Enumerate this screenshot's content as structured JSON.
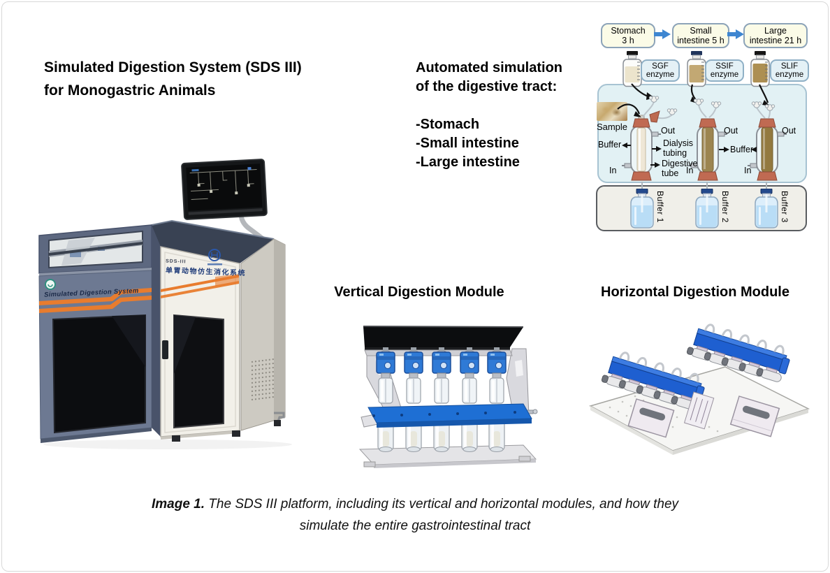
{
  "header": {
    "title": [
      "Simulated Digestion System (SDS III)",
      "for Monogastric Animals"
    ]
  },
  "intro": {
    "heading": [
      "Automated simulation",
      "of the digestive tract:"
    ],
    "items": [
      "-Stomach",
      "-Small intestine",
      "-Large intestine"
    ]
  },
  "machine": {
    "brand": "Simulated Digestion System",
    "model": "SDS-III",
    "model_cn": "单胃动物仿生消化系统"
  },
  "diagram": {
    "flow_steps": [
      {
        "line1": "Stomach",
        "line2": "3 h"
      },
      {
        "line1": "Small",
        "line2": "intestine 5 h"
      },
      {
        "line1": "Large",
        "line2": "intestine 21 h"
      }
    ],
    "enzyme_tags": [
      {
        "line1": "SGF",
        "line2": "enzyme"
      },
      {
        "line1": "SSIF",
        "line2": "enzyme"
      },
      {
        "line1": "SLIF",
        "line2": "enzyme"
      }
    ],
    "labels": {
      "sample": "Sample",
      "out": "Out",
      "in": "In",
      "buffer": "Buffer",
      "dialysis_line1": "Dialysis",
      "dialysis_line2": "tubing",
      "digestive_line1": "Digestive",
      "digestive_line2": "tube"
    },
    "buffer_bottles": [
      "Buffer 1",
      "Buffer 2",
      "Buffer 3"
    ]
  },
  "modules": {
    "vertical": "Vertical Digestion Module",
    "horizontal": "Horizontal Digestion Module"
  },
  "caption": {
    "label": "Image 1.",
    "line1_rest": " The SDS III platform, including its vertical and horizontal modules, and how they",
    "line2": "simulate the entire gastrointestinal tract"
  },
  "palette": {
    "accent_orange": "#e87c2e",
    "arrow_blue": "#3e86d1",
    "panel_blue": "#e2f1f4",
    "buffer_panel_gray": "#f0efe9",
    "flow_box_yellow": "#fbfbe7",
    "module_blue": "#2f7ad6",
    "plate_blue": "#1e6fd4",
    "machine_gray": "#6d7992",
    "vessel_cap_terracotta": "#c06a52",
    "buffer_bottle_blue": "#b9ddf6"
  }
}
